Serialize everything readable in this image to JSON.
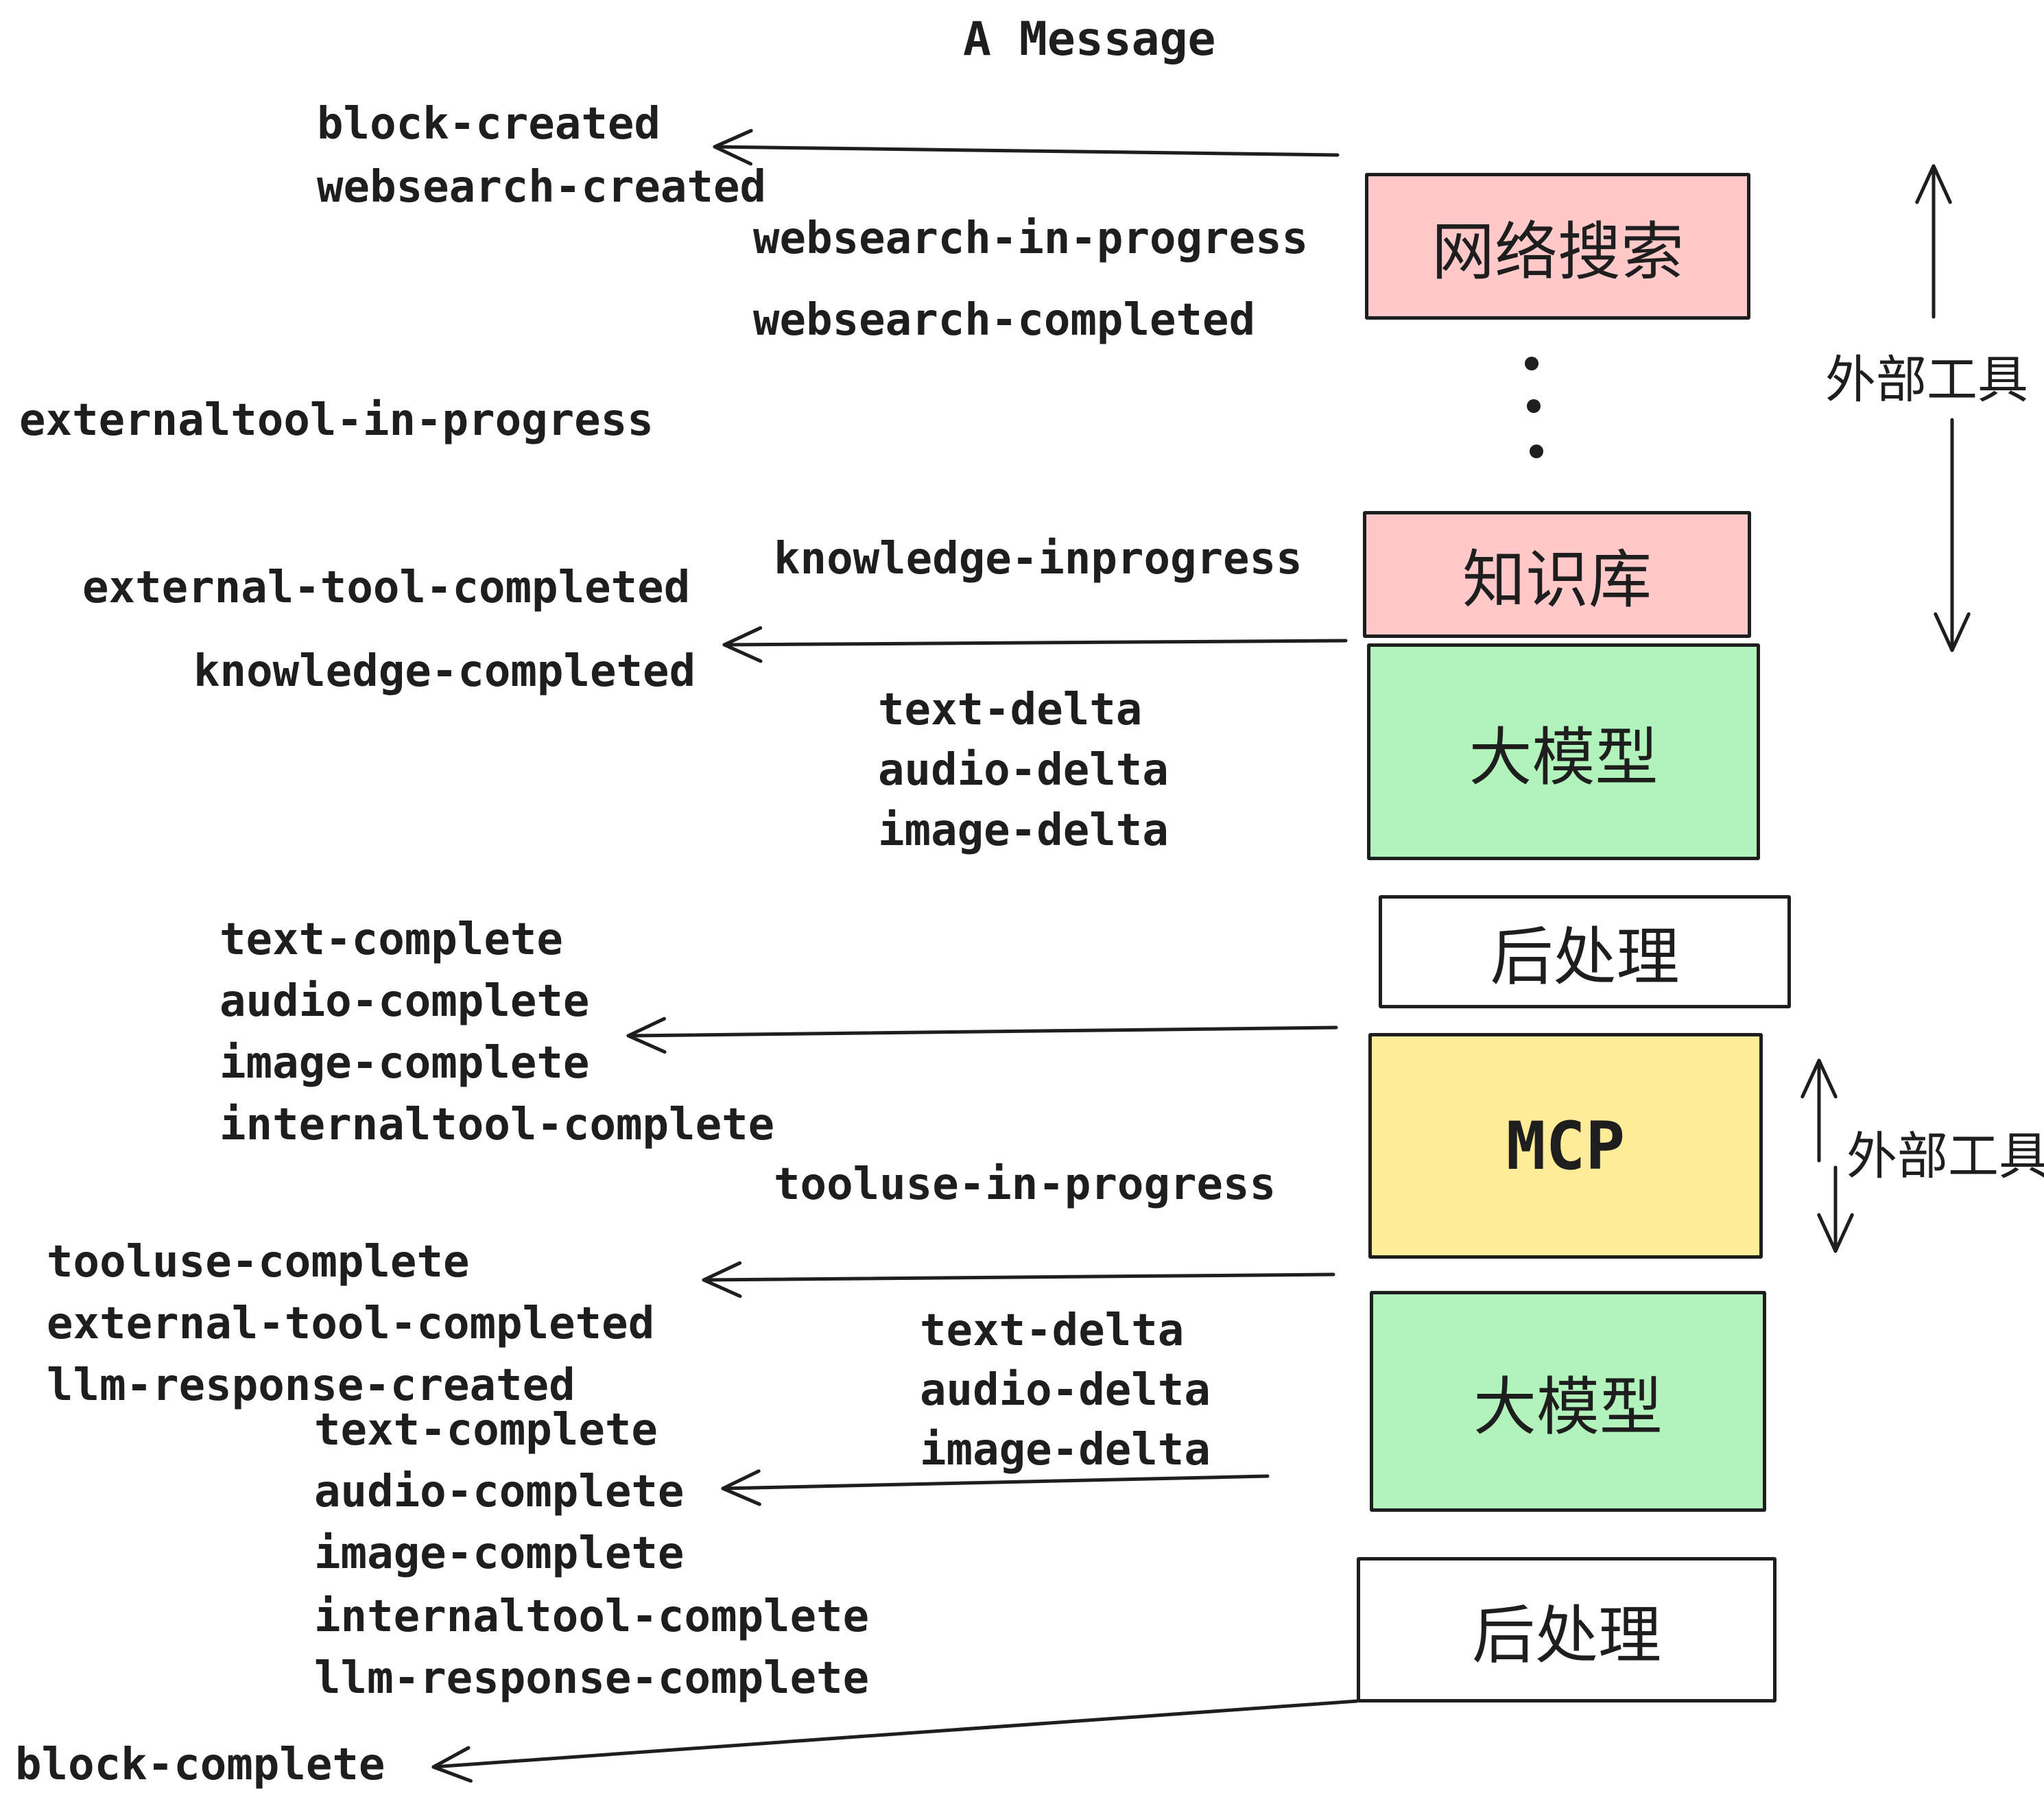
{
  "title": "A Message",
  "colors": {
    "ink": "#1e1e1e",
    "box_pink": "#ffc9c9",
    "box_green": "#b2f2bb",
    "box_yellow": "#ffec99",
    "box_white": "#ffffff",
    "background": "#ffffff"
  },
  "icons": {
    "ellipsis": "vertical-ellipsis-icon",
    "arrows": "left-arrow-icon, up-arrow-icon, down-arrow-icon"
  },
  "boxes": [
    {
      "label": "网络搜索"
    },
    {
      "label": "知识库"
    },
    {
      "label": "大模型"
    },
    {
      "label": "后处理"
    },
    {
      "label": "MCP"
    },
    {
      "label": "大模型"
    },
    {
      "label": "后处理"
    }
  ],
  "side_labels": [
    {
      "label": "外部工具"
    },
    {
      "label": "外部工具"
    }
  ],
  "events": [
    {
      "label": "block-created"
    },
    {
      "label": "websearch-created"
    },
    {
      "label": "websearch-in-progress"
    },
    {
      "label": "websearch-completed"
    },
    {
      "label": "externaltool-in-progress"
    },
    {
      "label": "knowledge-inprogress"
    },
    {
      "label": "external-tool-completed"
    },
    {
      "label": "knowledge-completed"
    },
    {
      "label": "text-delta"
    },
    {
      "label": "audio-delta"
    },
    {
      "label": "image-delta"
    },
    {
      "label": "text-complete"
    },
    {
      "label": "audio-complete"
    },
    {
      "label": "image-complete"
    },
    {
      "label": "internaltool-complete"
    },
    {
      "label": "tooluse-in-progress"
    },
    {
      "label": "tooluse-complete"
    },
    {
      "label": "external-tool-completed"
    },
    {
      "label": "llm-response-created"
    },
    {
      "label": "text-delta"
    },
    {
      "label": "audio-delta"
    },
    {
      "label": "image-delta"
    },
    {
      "label": "text-complete"
    },
    {
      "label": "audio-complete"
    },
    {
      "label": "image-complete"
    },
    {
      "label": "internaltool-complete"
    },
    {
      "label": "llm-response-complete"
    },
    {
      "label": "block-complete"
    }
  ]
}
